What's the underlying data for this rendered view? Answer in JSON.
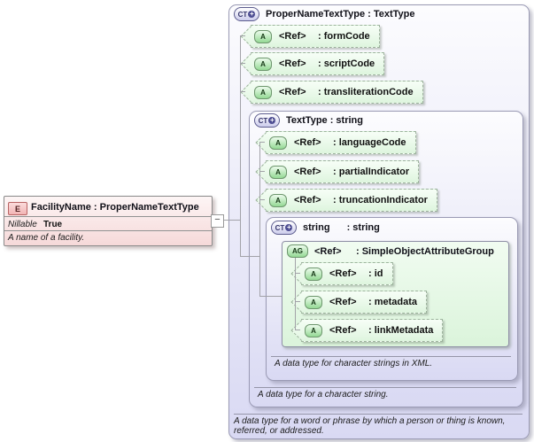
{
  "facility_element": {
    "icon": "E",
    "title": "FacilityName : ProperNameTextType",
    "property_label": "Nillable",
    "property_value": "True",
    "annotation": "A name of a facility."
  },
  "collapse_glyph": "−",
  "proper_name_text_type": {
    "icon": "CT",
    "icon_plus": "+",
    "title": "ProperNameTextType : TextType",
    "attributes": [
      {
        "icon": "A",
        "ref": "<Ref>",
        "name": ": formCode"
      },
      {
        "icon": "A",
        "ref": "<Ref>",
        "name": ": scriptCode"
      },
      {
        "icon": "A",
        "ref": "<Ref>",
        "name": ": transliterationCode"
      }
    ],
    "annotation": "A data type for a word or phrase by which a person or thing is known, referred, or addressed."
  },
  "text_type": {
    "icon": "CT",
    "icon_plus": "+",
    "title": "TextType : string",
    "attributes": [
      {
        "icon": "A",
        "ref": "<Ref>",
        "name": ": languageCode"
      },
      {
        "icon": "A",
        "ref": "<Ref>",
        "name": ": partialIndicator"
      },
      {
        "icon": "A",
        "ref": "<Ref>",
        "name": ": truncationIndicator"
      }
    ],
    "annotation": "A data type for a character string."
  },
  "string_type": {
    "icon": "CT",
    "icon_plus": "+",
    "title_name": "string",
    "title_type": ": string",
    "annotation": "A data type for character strings in XML.",
    "attribute_group": {
      "icon": "AG",
      "ref": "<Ref>",
      "name": ": SimpleObjectAttributeGroup",
      "attributes": [
        {
          "icon": "A",
          "ref": "<Ref>",
          "name": ": id"
        },
        {
          "icon": "A",
          "ref": "<Ref>",
          "name": ": metadata"
        },
        {
          "icon": "A",
          "ref": "<Ref>",
          "name": ": linkMetadata"
        }
      ]
    }
  },
  "colors": {
    "lavender_box": "#d9d9f3",
    "green_attr": "#def5de",
    "pink_element": "#f6d9d9",
    "line": "#a2a2a8"
  }
}
